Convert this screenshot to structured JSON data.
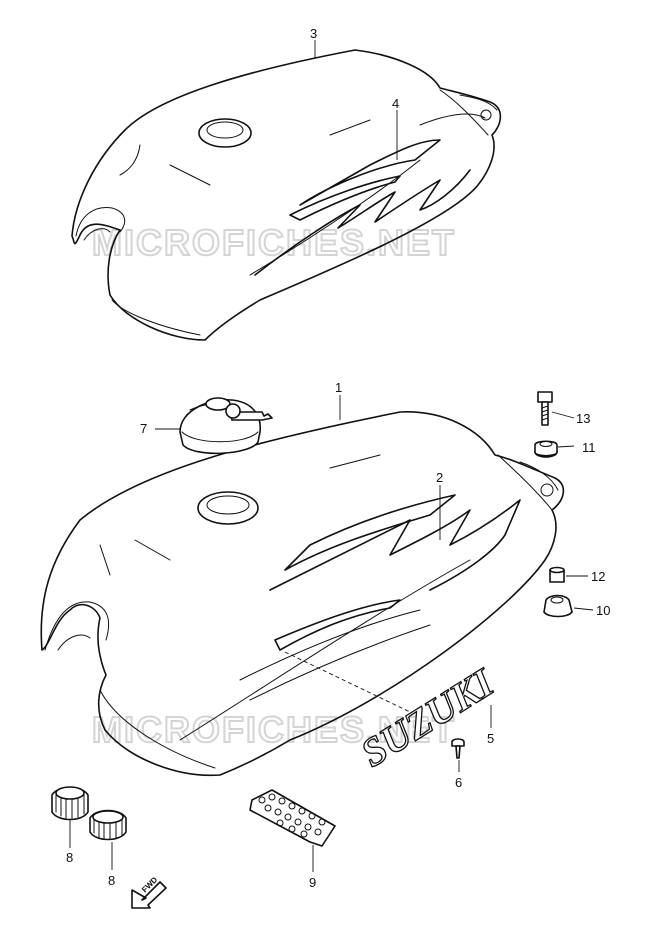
{
  "watermark": "MICROFICHES.NET",
  "emblem_text": "SUZUKI",
  "fwd_label": "FWD",
  "callouts": {
    "c1": "1",
    "c2": "2",
    "c3": "3",
    "c4": "4",
    "c5": "5",
    "c6": "6",
    "c7": "7",
    "c8a": "8",
    "c8b": "8",
    "c9": "9",
    "c10": "10",
    "c11": "11",
    "c12": "12",
    "c13": "13"
  }
}
